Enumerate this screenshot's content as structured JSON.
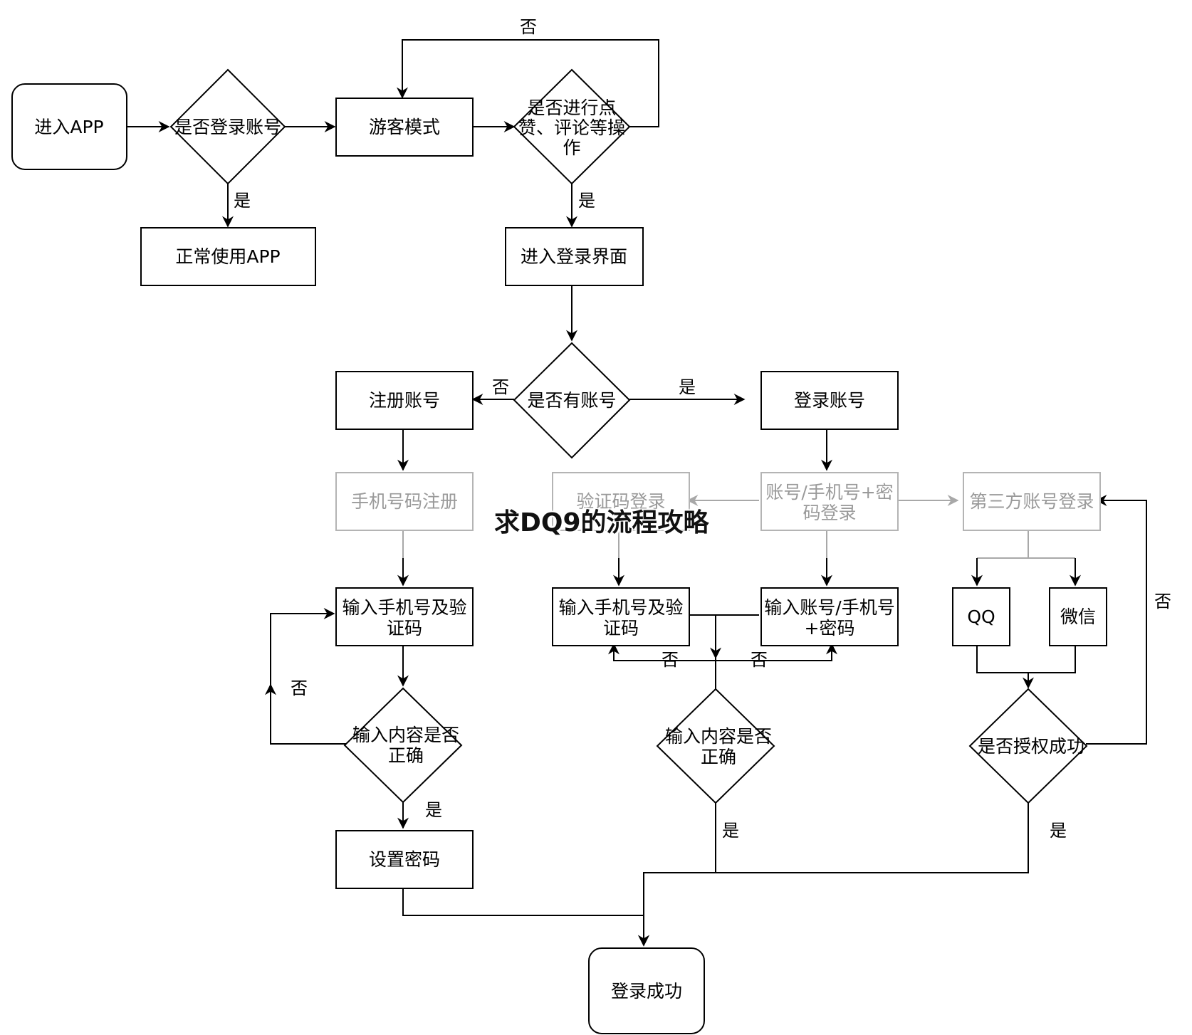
{
  "nodes": {
    "enter_app": "进入APP",
    "is_logged_in": "是否登录账号",
    "guest_mode": "游客模式",
    "like_comment": "是否进行点赞、评论等操作",
    "normal_use": "正常使用APP",
    "login_screen": "进入登录界面",
    "has_account": "是否有账号",
    "register": "注册账号",
    "login_account": "登录账号",
    "phone_register": "手机号码注册",
    "code_login": "验证码登录",
    "account_phone_pwd_login": "账号/手机号+密码登录",
    "third_party_login": "第三方账号登录",
    "input_phone_code_left": "输入手机号及验证码",
    "input_phone_code_mid": "输入手机号及验证码",
    "input_account_pwd": "输入账号/手机号+密码",
    "qq": "QQ",
    "wechat": "微信",
    "check_input_left": "输入内容是否正确",
    "check_input_mid": "输入内容是否正确",
    "auth_success": "是否授权成功",
    "set_password": "设置密码",
    "login_success": "登录成功"
  },
  "labels": {
    "yes": "是",
    "no": "否"
  },
  "watermark": "求DQ9的流程攻略",
  "colors": {
    "line": "#000000",
    "faded_line": "#a8a8a8",
    "faded_text": "#9a9a9a"
  }
}
